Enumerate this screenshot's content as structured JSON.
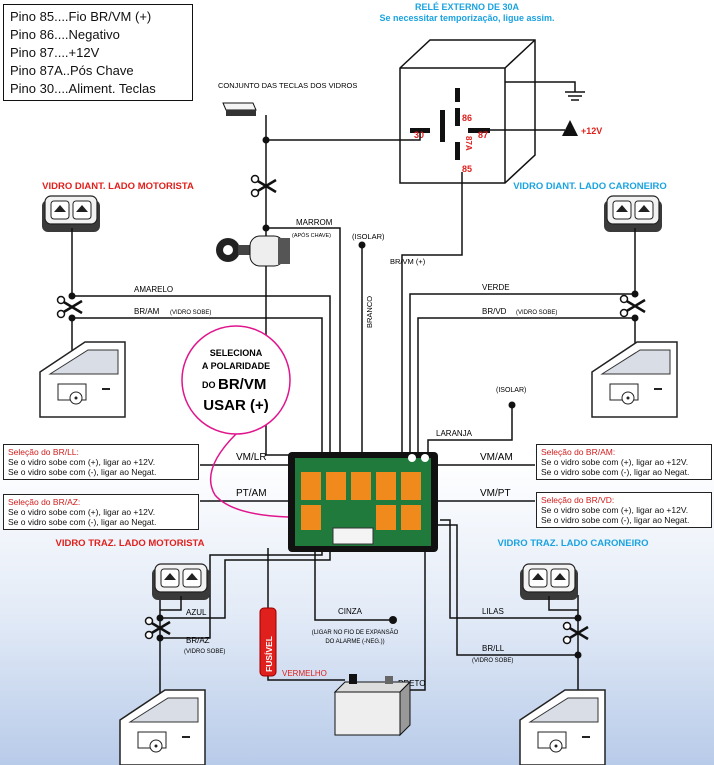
{
  "pin_legend": [
    "Pino 85....Fio BR/VM (+)",
    "Pino 86....Negativo",
    "Pino 87....+12V",
    "Pino 87A..Pós Chave",
    "Pino 30....Aliment. Teclas"
  ],
  "relay": {
    "title": "RELÉ EXTERNO DE 30A",
    "subtitle": "Se necessitar temporização, ligue assim.",
    "pin_86": "86",
    "pin_30": "30",
    "pin_87a": "87A",
    "pin_87": "87",
    "pin_85": "85",
    "plus12": "+12V"
  },
  "switch_set_label": "CONJUNTO DAS TECLAS DOS VIDROS",
  "windows": {
    "front_driver": "VIDRO DIANT. LADO MOTORISTA",
    "front_passenger": "VIDRO DIANT. LADO CARONEIRO",
    "rear_driver": "VIDRO TRAZ. LADO MOTORISTA",
    "rear_passenger": "VIDRO TRAZ. LADO CARONEIRO"
  },
  "wires": {
    "marrom": "MARROM",
    "apos_chave": "(APÓS CHAVE)",
    "isolar1": "(ISOLAR)",
    "brvm": "BR/VM (+)",
    "branco": "BRANCO",
    "amarelo": "AMARELO",
    "bram": "BR/AM",
    "vidro_sobe_1": "(VIDRO SOBE)",
    "verde": "VERDE",
    "brvd": "BR/VD",
    "vidro_sobe_2": "(VIDRO SOBE)",
    "isolar2": "(ISOLAR)",
    "laranja": "LARANJA",
    "vmlr": "VM/LR",
    "vmam": "VM/AM",
    "ptam": "PT/AM",
    "vmpt": "VM/PT",
    "azul": "AZUL",
    "braz": "BR/AZ",
    "vidro_sobe_3": "(VIDRO SOBE)",
    "cinza": "CINZA",
    "cinza_note_1": "(LIGAR NO FIO DE EXPANSÃO",
    "cinza_note_2": "DO ALARME (-NEG.))",
    "lilas": "LILAS",
    "brll": "BR/LL",
    "vidro_sobe_4": "(VIDRO SOBE)",
    "fusivel": "FUSÍVEL",
    "vermelho": "VERMELHO",
    "preto": "PRETO"
  },
  "polarity_bubble": {
    "l1": "SELECIONA",
    "l2": "A POLARIDADE",
    "l3a": "DO",
    "l3b": "BR/VM",
    "l4": "USAR (+)"
  },
  "notes": {
    "brll": {
      "title": "Seleção do BR/LL:",
      "l1": "Se o vidro sobe com (+), ligar ao +12V.",
      "l2": "Se o vidro sobe com (-), ligar ao Negat."
    },
    "braz": {
      "title": "Seleção do BR/AZ:",
      "l1": "Se o vidro sobe com (+), ligar ao +12V.",
      "l2": "Se o vidro sobe com (-), ligar ao Negat."
    },
    "bram": {
      "title": "Seleção do BR/AM:",
      "l1": "Se o vidro sobe com (+), ligar ao +12V.",
      "l2": "Se o vidro sobe com (-), ligar ao Negat."
    },
    "brvd": {
      "title": "Seleção do BR/VD:",
      "l1": "Se o vidro sobe com (+), ligar ao +12V.",
      "l2": "Se o vidro sobe com (-), ligar ao Negat."
    }
  },
  "colors": {
    "red": "#e0201c",
    "blue": "#1aa3e0",
    "magenta": "#e0148c",
    "board": "#1f7a3c"
  }
}
